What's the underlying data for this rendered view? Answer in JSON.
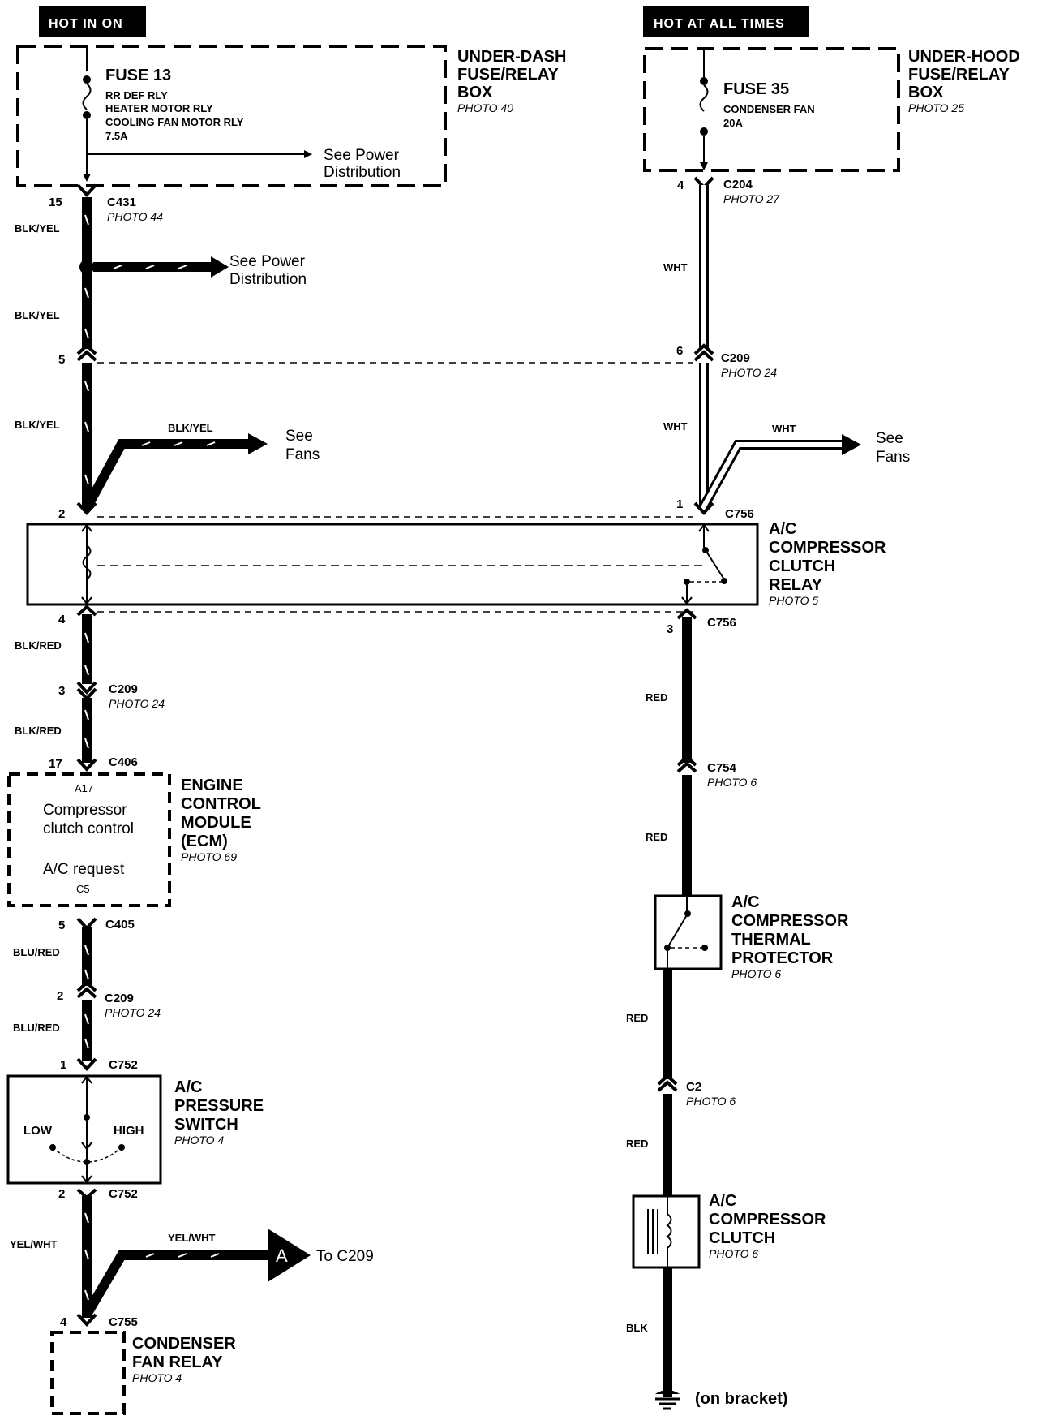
{
  "sources": {
    "left_tab": "HOT IN ON",
    "right_tab": "HOT AT ALL TIMES"
  },
  "underdash_box": {
    "title": [
      "UNDER-DASH",
      "FUSE/RELAY",
      "BOX"
    ],
    "photo": "PHOTO 40",
    "fuse": "FUSE 13",
    "circuits": [
      "RR DEF RLY",
      "HEATER MOTOR RLY",
      "COOLING FAN MOTOR RLY"
    ],
    "rating": "7.5A",
    "see": [
      "See Power",
      "Distribution"
    ]
  },
  "underhood_box": {
    "title": [
      "UNDER-HOOD",
      "FUSE/RELAY",
      "BOX"
    ],
    "photo": "PHOTO 25",
    "fuse": "FUSE 35",
    "circuit": "CONDENSER FAN",
    "rating": "20A"
  },
  "left_circuit": {
    "c431": {
      "pin": "15",
      "name": "C431",
      "photo": "PHOTO 44"
    },
    "wire_blkyel": "BLK/YEL",
    "see_power": [
      "See Power",
      "Distribution"
    ],
    "c209_top": {
      "pin": "5"
    },
    "fans_branch": {
      "wire": "BLK/YEL",
      "see": [
        "See",
        "Fans"
      ]
    },
    "relay_pin_in": "2",
    "relay_pin_out": "4",
    "wire_blkred": "BLK/RED",
    "c209_mid": {
      "pin": "3",
      "name": "C209",
      "photo": "PHOTO 24"
    },
    "c406": {
      "pin": "17",
      "name": "C406"
    },
    "ecm": {
      "title": [
        "ENGINE",
        "CONTROL",
        "MODULE",
        "(ECM)"
      ],
      "photo": "PHOTO 69",
      "pin_top": "A17",
      "func1": [
        "Compressor",
        "clutch control"
      ],
      "func2": "A/C request",
      "pin_bottom": "C5"
    },
    "c405": {
      "pin": "5",
      "name": "C405"
    },
    "wire_blured": "BLU/RED",
    "c209_low": {
      "pin": "2",
      "name": "C209",
      "photo": "PHOTO 24"
    },
    "c752_top": {
      "pin": "1",
      "name": "C752"
    },
    "pressure_switch": {
      "title": [
        "A/C",
        "PRESSURE",
        "SWITCH"
      ],
      "photo": "PHOTO 4",
      "low": "LOW",
      "high": "HIGH"
    },
    "c752_bottom": {
      "pin": "2",
      "name": "C752"
    },
    "wire_yelwht": "YEL/WHT",
    "branch_a": {
      "wire": "YEL/WHT",
      "marker": "A",
      "to": "To C209"
    },
    "c755": {
      "pin": "4",
      "name": "C755"
    },
    "condenser_relay": {
      "title": [
        "CONDENSER",
        "FAN RELAY"
      ],
      "photo": "PHOTO 4"
    }
  },
  "right_circuit": {
    "c204": {
      "pin": "4",
      "name": "C204",
      "photo": "PHOTO 27"
    },
    "wire_wht": "WHT",
    "c209": {
      "pin": "6",
      "name": "C209",
      "photo": "PHOTO 24"
    },
    "fans_branch": {
      "wire": "WHT",
      "see": [
        "See",
        "Fans"
      ]
    },
    "c756_top": {
      "pin": "1",
      "name": "C756"
    },
    "c756_bottom": {
      "pin": "3",
      "name": "C756"
    },
    "wire_red": "RED",
    "c754": {
      "name": "C754",
      "photo": "PHOTO 6"
    },
    "thermal_protector": {
      "title": [
        "A/C",
        "COMPRESSOR",
        "THERMAL",
        "PROTECTOR"
      ],
      "photo": "PHOTO 6"
    },
    "c2": {
      "name": "C2",
      "photo": "PHOTO 6"
    },
    "clutch": {
      "title": [
        "A/C",
        "COMPRESSOR",
        "CLUTCH"
      ],
      "photo": "PHOTO 6"
    },
    "wire_blk": "BLK",
    "ground": "(on bracket)"
  },
  "relay": {
    "title": [
      "A/C",
      "COMPRESSOR",
      "CLUTCH",
      "RELAY"
    ],
    "photo": "PHOTO 5"
  }
}
